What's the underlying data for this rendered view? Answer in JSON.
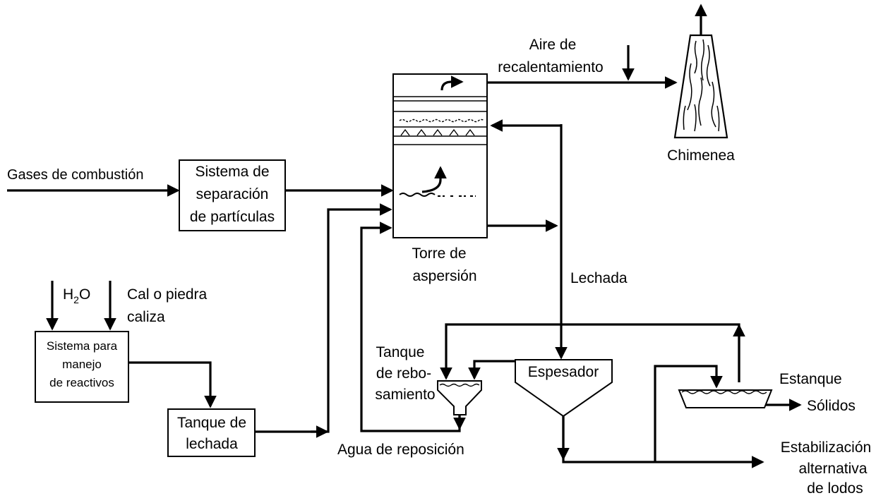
{
  "labels": {
    "flue_gas": "Gases de combustión",
    "particle_separation": [
      "Sistema de",
      "separación",
      "de partículas"
    ],
    "spray_tower": [
      "Torre de",
      "aspersión"
    ],
    "reheat_air": [
      "Aire de",
      "recalentamiento"
    ],
    "stack": "Chimenea",
    "slurry": "Lechada",
    "water": "H",
    "water_sub": "2",
    "water_tail": "O",
    "lime": [
      "Cal o piedra",
      "caliza"
    ],
    "reagent_handling": [
      "Sistema para",
      "manejo",
      "de reactivos"
    ],
    "slurry_tank": [
      "Tanque de",
      "lechada"
    ],
    "overflow_tank": [
      "Tanque",
      "de rebo-",
      "samiento"
    ],
    "makeup_water": "Agua de reposición",
    "thickener": "Espesador",
    "pond": "Estanque",
    "solids": "Sólidos",
    "sludge_stabilization": [
      "Estabilización",
      "alternativa",
      "de lodos"
    ]
  }
}
